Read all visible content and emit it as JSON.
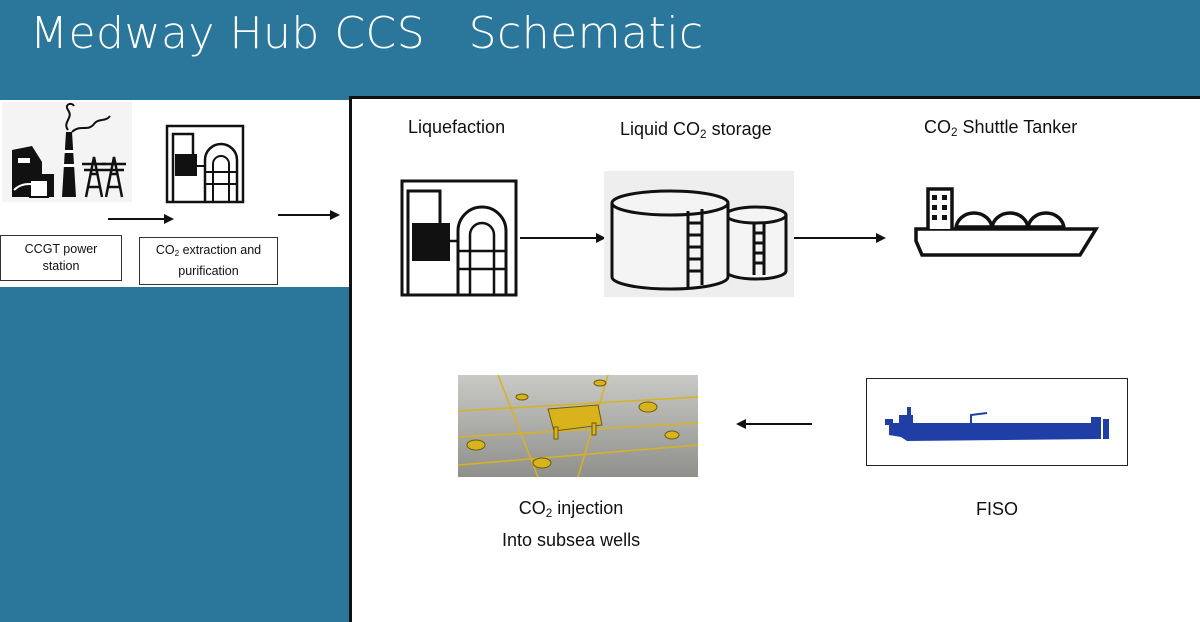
{
  "title": "Medway Hub CCS   Schematic",
  "labels": {
    "ccgt_line1": "CCGT power",
    "ccgt_line2": "station",
    "extraction_line1_pre": "CO",
    "extraction_line1_sub": "2",
    "extraction_line1_post": " extraction and",
    "extraction_line2": "purification",
    "liquefaction": "Liquefaction",
    "storage_pre": "Liquid CO",
    "storage_sub": "2",
    "storage_post": " storage",
    "tanker_pre": "CO",
    "tanker_sub": "2",
    "tanker_post": " Shuttle Tanker",
    "injection_pre": "CO",
    "injection_sub": "2",
    "injection_post": " injection",
    "injection_line2": "Into subsea  wells",
    "fiso": "FISO"
  },
  "colors": {
    "background": "#2b779b",
    "fiso_ship": "#1f3fa6",
    "subsea_yellow": "#d9b31c"
  }
}
